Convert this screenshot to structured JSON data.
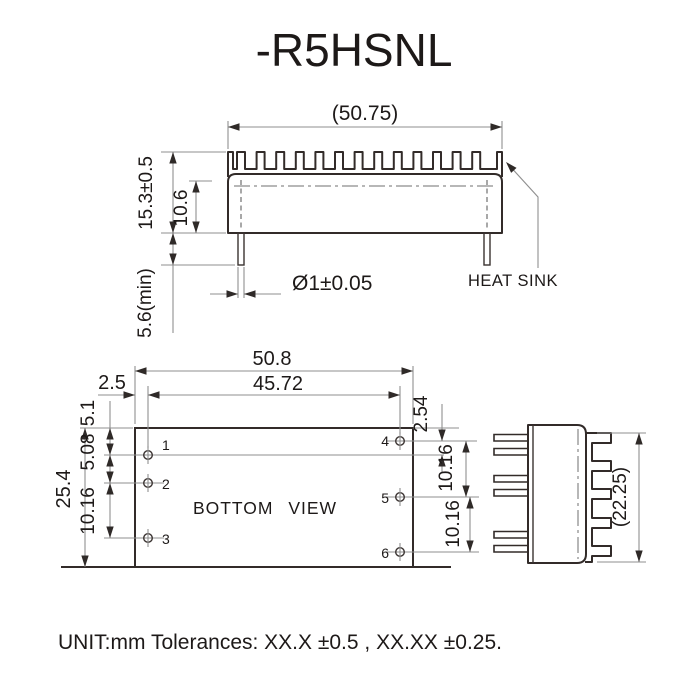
{
  "title": "-R5HSNL",
  "note": "UNIT:mm Tolerances: XX.X ±0.5 , XX.XX ±0.25.",
  "top_view": {
    "dim_width": "(50.75)",
    "dim_total_height": "15.3±0.5",
    "dim_body_height": "10.6",
    "dim_pin_length": "5.6(min)",
    "dim_pin_dia": "Ø1±0.05",
    "heat_sink_label": "HEAT SINK"
  },
  "bottom_view": {
    "label": "BOTTOM VIEW",
    "dim_width": "50.8",
    "dim_pin_span": "45.72",
    "dim_left_offset": "2.5",
    "dim_height": "25.4",
    "dim_pin1_offset": "5.1",
    "dim_pin1_pin2": "5.08",
    "dim_pin2_pin3": "10.16",
    "dim_pin4_offset": "2.54",
    "dim_pin4_pin5": "10.16",
    "dim_pin5_pin6": "10.16",
    "pins": [
      "1",
      "2",
      "3",
      "4",
      "5",
      "6"
    ]
  },
  "side_view": {
    "dim_height": "(22.25)"
  }
}
